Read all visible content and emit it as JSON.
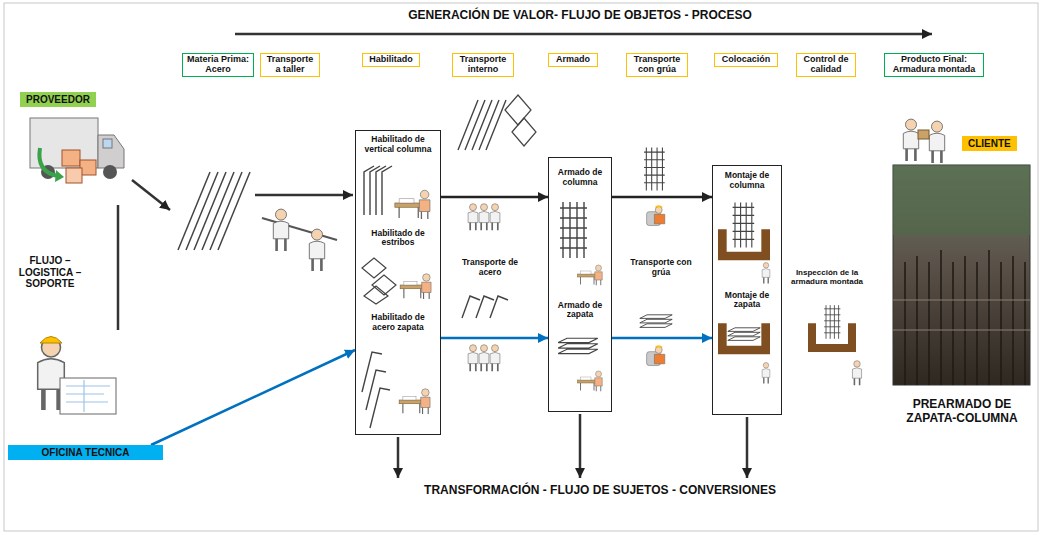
{
  "diagram": {
    "title": "GENERACIÓN DE VALOR- FLUJO DE OBJETOS - PROCESO",
    "nodes": [
      {
        "text": [
          "Materia Prima: Acero"
        ]
      },
      {
        "text": [
          "Transporte a taller"
        ]
      },
      {
        "text": [
          "Habilitado"
        ]
      },
      {
        "text": [
          "Transporte interno"
        ]
      },
      {
        "text": [
          "Armado"
        ]
      },
      {
        "text": [
          "Transporte con grúa"
        ]
      },
      {
        "text": [
          "Colocación"
        ]
      },
      {
        "text": [
          "Control de calidad"
        ]
      },
      {
        "text": [
          "Producto Final: Armadura montada"
        ]
      },
      {
        "text": [
          "PROVEEDOR"
        ]
      },
      {
        "text": [
          "CLIENTE"
        ]
      },
      {
        "text": [
          "Habilitado de vertical columna",
          "Habilitado de estribos",
          "Habilitado de acero zapata"
        ]
      },
      {
        "text": [
          "Armado de columna",
          "Armado de zapata"
        ]
      },
      {
        "text": [
          "Montaje de columna",
          "Montaje de zapata"
        ]
      },
      {
        "text": [
          "OFICINA TECNICA"
        ]
      }
    ],
    "edges": [
      {
        "from": 14,
        "to": 11,
        "arrow": "to"
      },
      {
        "from": 11,
        "to": 12,
        "arrow": "to"
      },
      {
        "from": 11,
        "to": 12,
        "arrow": "to"
      },
      {
        "from": 12,
        "to": 13,
        "arrow": "to"
      },
      {
        "from": 12,
        "to": 13,
        "arrow": "to"
      }
    ],
    "labels": [
      "FLUJO – LOGISTICA – SOPORTE",
      "Transporte de acero",
      "Transporte con grúa",
      "Inspección de la armadura montada",
      "PREARMADO DE ZAPATA-COLUMNA",
      "TRANSFORMACIÓN - FLUJO DE SUJETOS - CONVERSIONES"
    ]
  }
}
